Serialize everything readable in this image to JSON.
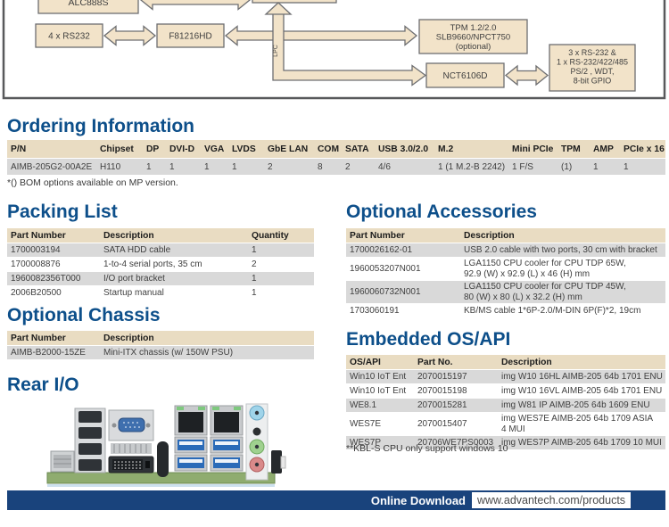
{
  "diagram": {
    "audio_codec": "ALC888S",
    "com_left": "4 x RS232",
    "super_io": "F81216HD",
    "lpc": "LPC",
    "tpm_l1": "TPM 1.2/2.0",
    "tpm_l2": "SLB9660/NPCT750",
    "tpm_l3": "(optional)",
    "sio2": "NCT6106D",
    "io_l1": "3 x RS-232 &",
    "io_l2": "1 x RS-232/422/485",
    "io_l3": "PS/2 , WDT,",
    "io_l4": "8-bit GPIO"
  },
  "ordering": {
    "title": "Ordering Information",
    "columns": [
      "P/N",
      "Chipset",
      "DP",
      "DVI-D",
      "VGA",
      "LVDS",
      "GbE LAN",
      "COM",
      "SATA",
      "USB 3.0/2.0",
      "M.2",
      "Mini PCIe",
      "TPM",
      "AMP",
      "PCIe x 16"
    ],
    "row": [
      "AIMB-205G2-00A2E",
      "H110",
      "1",
      "1",
      "1",
      "1",
      "2",
      "8",
      "2",
      "4/6",
      "1 (1 M.2-B 2242)",
      "1 F/S",
      "(1)",
      "1",
      "1"
    ],
    "footnote": "*() BOM options available on MP version."
  },
  "packing": {
    "title": "Packing List",
    "columns": [
      "Part Number",
      "Description",
      "Quantity"
    ],
    "rows": [
      [
        "1700003194",
        "SATA HDD cable",
        "1"
      ],
      [
        "1700008876",
        "1-to-4 serial ports, 35 cm",
        "2"
      ],
      [
        "1960082356T000",
        "I/O port bracket",
        "1"
      ],
      [
        "2006B20500",
        "Startup manual",
        "1"
      ]
    ]
  },
  "accessories": {
    "title": "Optional Accessories",
    "columns": [
      "Part Number",
      "Description"
    ],
    "rows": [
      [
        "1700026162-01",
        "USB 2.0 cable with two ports, 30 cm with bracket"
      ],
      [
        "1960053207N001",
        "LGA1150 CPU cooler for CPU TDP 65W,\n92.9 (W) x 92.9 (L) x 46 (H) mm"
      ],
      [
        "1960060732N001",
        "LGA1150 CPU cooler for CPU TDP 45W,\n80 (W) x 80 (L) x 32.2 (H) mm"
      ],
      [
        "1703060191",
        "KB/MS cable 1*6P-2.0/M-DIN 6P(F)*2, 19cm"
      ]
    ]
  },
  "chassis": {
    "title": "Optional Chassis",
    "columns": [
      "Part Number",
      "Description"
    ],
    "rows": [
      [
        "AIMB-B2000-15ZE",
        "Mini-ITX chassis (w/ 150W PSU)"
      ]
    ]
  },
  "rear_io": {
    "title": "Rear I/O"
  },
  "embedded": {
    "title": "Embedded OS/API",
    "columns": [
      "OS/API",
      "Part No.",
      "Description"
    ],
    "rows": [
      [
        "Win10 IoT Ent",
        "2070015197",
        "img W10 16HL AIMB-205 64b 1701 ENU"
      ],
      [
        "Win10 IoT Ent",
        "2070015198",
        "img W10 16VL AIMB-205 64b 1701 ENU"
      ],
      [
        "WE8.1",
        "2070015281",
        "img W81 IP AIMB-205 64b 1609 ENU"
      ],
      [
        "WES7E",
        "2070015407",
        "img WES7E AIMB-205 64b 1709 ASIA\n4 MUI"
      ],
      [
        "WES7P",
        "20706WE7PS0003",
        "img WES7P AIMB-205 64b 1709 10 MUI"
      ]
    ],
    "footnote": "**KBL-S CPU only support windows 10"
  },
  "download": {
    "label": "Online Download",
    "url": "www.advantech.com/products"
  },
  "colors": {
    "heading_blue": "#0d4f8a",
    "navy_bar": "#19437c",
    "table_header_bg": "#e9dcc2",
    "row_gray": "#d9d9d9",
    "diagram_box_fill": "#f2e3c9"
  }
}
